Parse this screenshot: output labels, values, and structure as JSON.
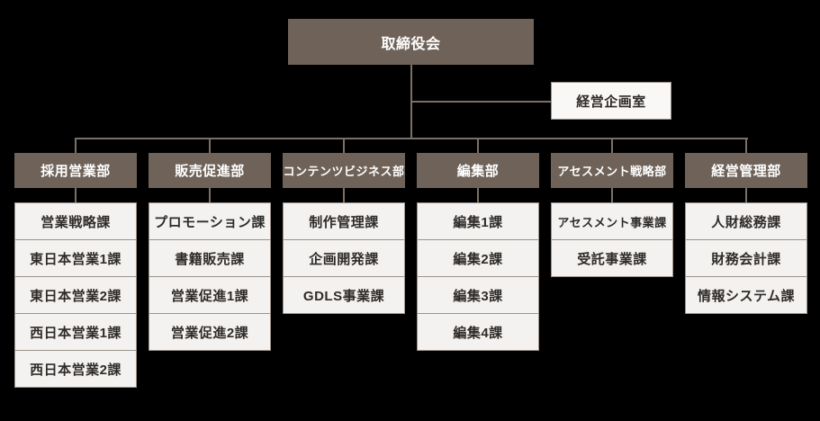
{
  "board": {
    "label": "取締役会"
  },
  "staff": {
    "label": "経営企画室"
  },
  "columns": [
    {
      "dept": "採用営業部",
      "units": [
        "営業戦略課",
        "東日本営業1課",
        "東日本営業2課",
        "西日本営業1課",
        "西日本営業2課"
      ]
    },
    {
      "dept": "販売促進部",
      "units": [
        "プロモーション課",
        "書籍販売課",
        "営業促進1課",
        "営業促進2課"
      ]
    },
    {
      "dept": "コンテンツビジネス部",
      "units": [
        "制作管理課",
        "企画開発課",
        "GDLS事業課"
      ]
    },
    {
      "dept": "編集部",
      "units": [
        "編集1課",
        "編集2課",
        "編集3課",
        "編集4課"
      ]
    },
    {
      "dept": "アセスメント戦略部",
      "units": [
        "アセスメント事業課",
        "受託事業課"
      ]
    },
    {
      "dept": "経営管理部",
      "units": [
        "人財総務課",
        "財務会計課",
        "情報システム課"
      ]
    }
  ],
  "colors": {
    "background": "#000000",
    "department_fill": "#6f6359",
    "department_text": "#ffffff",
    "unit_fill": "#f4f2f0",
    "unit_border": "#9c938b",
    "unit_text": "#2f2b28",
    "line": "#7b7067"
  }
}
